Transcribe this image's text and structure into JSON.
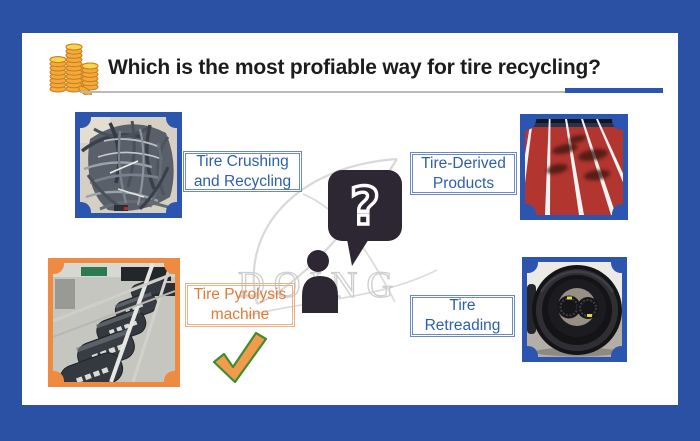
{
  "header": {
    "title": "Which is the most profiable way for tire recycling?",
    "icon": "gold-coins-icon"
  },
  "watermark": {
    "text": "DOING"
  },
  "center": {
    "question_mark": "?",
    "bubble_icon": "question-speech-bubble-icon",
    "person_icon": "person-silhouette-icon"
  },
  "options": [
    {
      "id": "tire-crushing",
      "label": "Tire Crushing\nand Recycling",
      "image": "crushed-tire-strips-photo",
      "accent": "#2d5fae",
      "selected": false
    },
    {
      "id": "tire-derived",
      "label": "Tire-Derived\nProducts",
      "image": "running-track-photo",
      "accent": "#2d5fae",
      "selected": false
    },
    {
      "id": "tire-pyrolysis",
      "label": "Tire Pyrolysis\nmachine",
      "image": "tire-pyrolysis-machine-photo",
      "accent": "#e07b3a",
      "selected": true
    },
    {
      "id": "tire-retreading",
      "label": "Tire\nRetreading",
      "image": "stacked-tires-photo",
      "accent": "#2d5fae",
      "selected": false
    }
  ],
  "selection": {
    "marker": "checkmark-icon",
    "marker_colors": {
      "fill": "#f29b4e",
      "outline": "#3e8f2e"
    }
  },
  "colors": {
    "frame_blue": "#2a51a4",
    "photo_border_blue": "#2b55ae",
    "photo_border_orange": "#ef8a43",
    "label_blue": "#2d5fae",
    "label_orange": "#e07b3a",
    "underline_gray": "#b9b9b9",
    "underline_blue": "#2b55ae",
    "bubble_dark": "#2d2633",
    "title_black": "#1c1c1c",
    "watermark_gray": "#cdcdcd"
  }
}
